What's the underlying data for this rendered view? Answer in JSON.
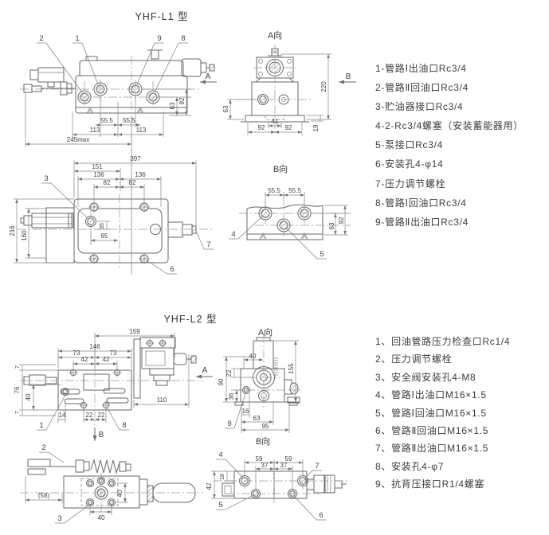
{
  "sections": {
    "l1": {
      "title": "YHF-L1 型",
      "front": {
        "callouts": [
          "2",
          "1",
          "9",
          "8"
        ],
        "view_label": "A",
        "dims": [
          "55.5",
          "55.5",
          "113",
          "113",
          "245max",
          "63",
          "92"
        ]
      },
      "viewA": {
        "label": "A向",
        "view_label": "B",
        "dims": [
          "220",
          "63",
          "41",
          "92",
          "92",
          "19"
        ]
      },
      "top": {
        "callouts": [
          "3",
          "7",
          "6"
        ],
        "dims": [
          "397",
          "151",
          "136",
          "136",
          "82",
          "82",
          "216",
          "160",
          "35",
          "95"
        ]
      },
      "viewB": {
        "label": "B向",
        "callouts": [
          "4",
          "5"
        ],
        "dims": [
          "55.5",
          "55.5",
          "63",
          "92"
        ]
      },
      "legend": [
        "1-管路Ⅰ出油口Rc3/4",
        "2-管路Ⅱ回油口Rc3/4",
        "3-贮油器接口Rc3/4",
        "4-2-Rc3/4螺塞（安装蓄能器用）",
        "5-泵接口Rc3/4",
        "6-安装孔4-φ14",
        "7-压力调节螺栓",
        "8-管路Ⅰ回油口Rc3/4",
        "9-管路Ⅱ出油口Rc3/4"
      ]
    },
    "l2": {
      "title": "YHF-L2 型",
      "top": {
        "callouts": [
          "1",
          "8"
        ],
        "view_labels": [
          "A",
          "B"
        ],
        "dims": [
          "159",
          "146",
          "73",
          "73",
          "42",
          "42",
          "7",
          "76",
          "40",
          "7",
          "14",
          "22",
          "22",
          "110"
        ]
      },
      "viewA": {
        "label": "A向",
        "callouts": [
          "9"
        ],
        "dims": [
          "40",
          "22",
          "90",
          "36",
          "16",
          "63",
          "95",
          "155"
        ]
      },
      "front": {
        "callouts": [
          "2",
          "3"
        ],
        "dims": [
          "(58)",
          "40",
          "40"
        ]
      },
      "viewB": {
        "label": "B向",
        "callouts": [
          "4",
          "7",
          "5",
          "6"
        ],
        "dims": [
          "59",
          "59",
          "37",
          "37",
          "42",
          "18"
        ]
      },
      "legend": [
        "1、回油管路压力检查口Rc1/4",
        "2、压力调节螺栓",
        "3、安全阀安装孔4-M8",
        "4、管路Ⅰ出油口M16×1.5",
        "5、管路Ⅰ回油口M16×1.5",
        "6、管路Ⅱ回油口M16×1.5",
        "7、管路Ⅱ出油口M16×1.5",
        "8、安装孔4-φ7",
        "9、抗背压接口R1/4螺塞"
      ]
    }
  }
}
